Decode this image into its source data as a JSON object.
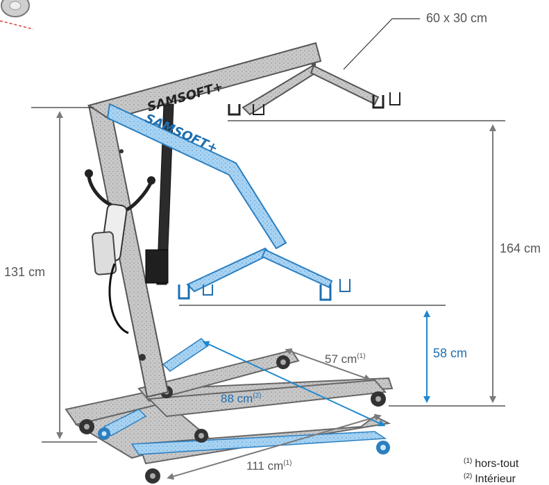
{
  "colors": {
    "gray_dim": "#7a7a7a",
    "blue_dim": "#1e88d0",
    "frame": "#9a9a9a",
    "frame_dark": "#555555",
    "blue_frame": "#5aa8e0",
    "text": "#222222"
  },
  "dimensions": {
    "boom_width": "60 x 30 cm",
    "max_height": "164 cm",
    "mast_height": "131 cm",
    "min_height": "58 cm",
    "leg_spacing": {
      "value": "57 cm",
      "note_mark": "(1)"
    },
    "leg_diagonal": {
      "value": "88 cm",
      "note_mark": "(2)"
    },
    "base_length": {
      "value": "111 cm",
      "note_mark": "(1)"
    }
  },
  "brand": {
    "top_boom": "SAMSOFT+",
    "lower_boom": "SAMSOFT+"
  },
  "notes": [
    {
      "mark": "(1)",
      "text": "hors-tout"
    },
    {
      "mark": "(2)",
      "text": "Intérieur"
    }
  ]
}
